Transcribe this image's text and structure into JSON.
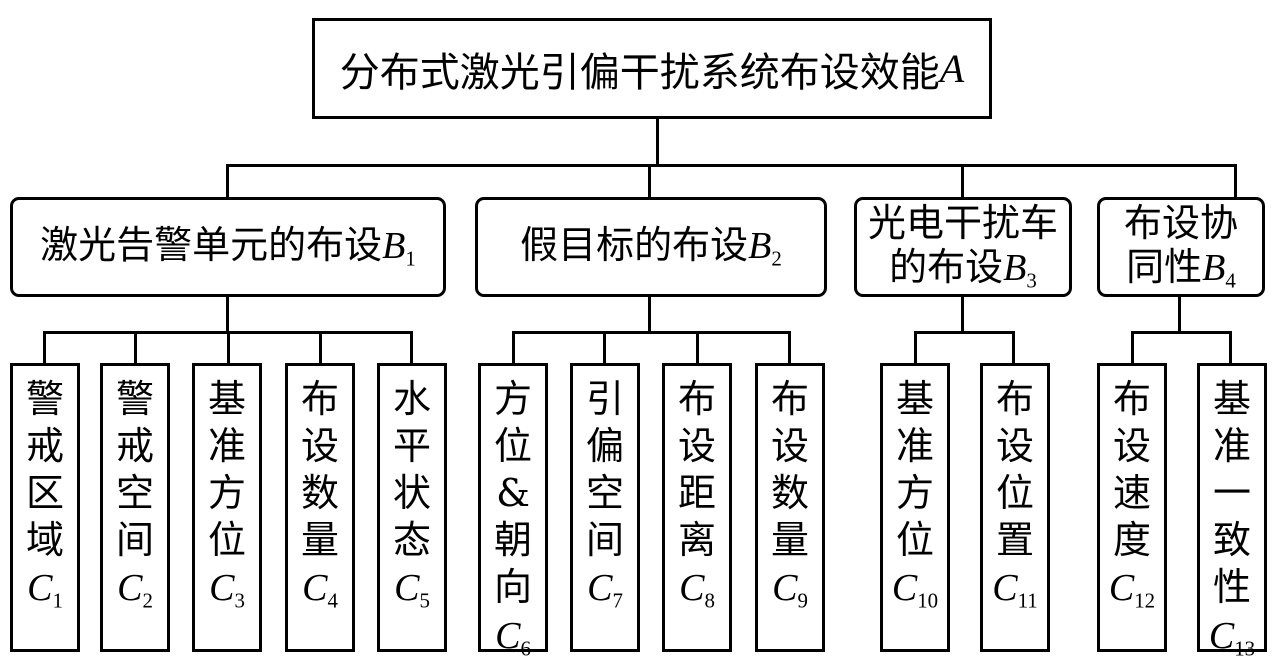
{
  "root": {
    "text": "分布式激光引偏干扰系统布设效能",
    "var": "A"
  },
  "criteria": [
    {
      "lines": [
        "激光告警单元的布设"
      ],
      "var": "B",
      "sub": "1"
    },
    {
      "lines": [
        "假目标的布设"
      ],
      "var": "B",
      "sub": "2"
    },
    {
      "lines": [
        "光电干扰车",
        "的布设"
      ],
      "var": "B",
      "sub": "3"
    },
    {
      "lines": [
        "布设协",
        "同性"
      ],
      "var": "B",
      "sub": "4"
    }
  ],
  "indicators": [
    {
      "chars": [
        "警",
        "戒",
        "区",
        "域"
      ],
      "var": "C",
      "sub": "1"
    },
    {
      "chars": [
        "警",
        "戒",
        "空",
        "间"
      ],
      "var": "C",
      "sub": "2"
    },
    {
      "chars": [
        "基",
        "准",
        "方",
        "位"
      ],
      "var": "C",
      "sub": "3"
    },
    {
      "chars": [
        "布",
        "设",
        "数",
        "量"
      ],
      "var": "C",
      "sub": "4"
    },
    {
      "chars": [
        "水",
        "平",
        "状",
        "态"
      ],
      "var": "C",
      "sub": "5"
    },
    {
      "chars": [
        "方",
        "位",
        "&",
        "朝",
        "向"
      ],
      "var": "C",
      "sub": "6"
    },
    {
      "chars": [
        "引",
        "偏",
        "空",
        "间"
      ],
      "var": "C",
      "sub": "7"
    },
    {
      "chars": [
        "布",
        "设",
        "距",
        "离"
      ],
      "var": "C",
      "sub": "8"
    },
    {
      "chars": [
        "布",
        "设",
        "数",
        "量"
      ],
      "var": "C",
      "sub": "9"
    },
    {
      "chars": [
        "基",
        "准",
        "方",
        "位"
      ],
      "var": "C",
      "sub": "10"
    },
    {
      "chars": [
        "布",
        "设",
        "位",
        "置"
      ],
      "var": "C",
      "sub": "11"
    },
    {
      "chars": [
        "布",
        "设",
        "速",
        "度"
      ],
      "var": "C",
      "sub": "12"
    },
    {
      "chars": [
        "基",
        "准",
        "一",
        "致",
        "性"
      ],
      "var": "C",
      "sub": "13"
    }
  ]
}
